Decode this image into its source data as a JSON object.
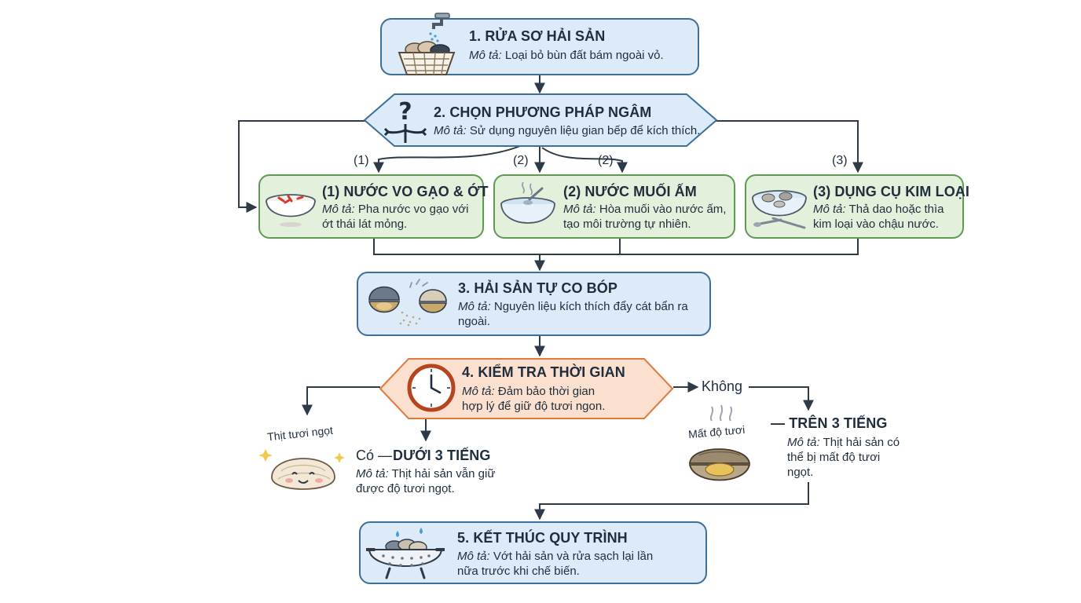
{
  "step1": {
    "title": "1. RỬA SƠ HẢI SẢN",
    "desc_label": "Mô tả:",
    "desc": "Loại bỏ bùn đất bám ngoài vỏ."
  },
  "step2": {
    "title": "2. CHỌN PHƯƠNG PHÁP NGÂM",
    "desc_label": "Mô tả:",
    "desc": "Sử dụng nguyên liệu gian bếp để kích thích."
  },
  "branch_labels": {
    "b1": "(1)",
    "b2a": "(2)",
    "b2b": "(2)",
    "b3": "(3)"
  },
  "option1": {
    "title": "(1) NƯỚC VO GẠO & ỚT",
    "desc_label": "Mô tả:",
    "desc": "Pha nước vo gạo với ớt thái lát mỏng."
  },
  "option2": {
    "title": "(2) NƯỚC MUỐI ẤM",
    "desc_label": "Mô tả:",
    "desc": "Hòa muối vào nước ấm, tạo môi trường tự nhiên."
  },
  "option3": {
    "title": "(3) DỤNG CỤ KIM LOẠI",
    "desc_label": "Mô tả:",
    "desc": "Thả dao hoặc thìa kim loại vào chậu nước."
  },
  "step3": {
    "title": "3. HẢI SẢN TỰ CO BÓP",
    "desc_label": "Mô tả:",
    "desc": "Nguyên liệu kích thích đẩy cát bẩn ra ngoài."
  },
  "step4": {
    "title": "4. KIỂM TRA THỜI GIAN",
    "desc_label": "Mô tả:",
    "desc": "Đảm bảo thời gian hợp lý để giữ độ tươi ngon."
  },
  "yes_branch": {
    "yes_label": "Có —",
    "title": "DƯỚI 3 TIẾNG",
    "desc_label": "Mô tả:",
    "desc": "Thịt hải sản vẫn giữ được độ tươi ngọt.",
    "icon_caption": "Thịt tươi ngọt"
  },
  "no_branch": {
    "no_label": "Không",
    "title": "— TRÊN 3 TIẾNG",
    "desc_label": "Mô tả:",
    "desc": "Thịt hải sản có thể bị mất độ tươi ngọt.",
    "icon_caption": "Mất độ tươi"
  },
  "step5": {
    "title": "5. KẾT THÚC QUY TRÌNH",
    "desc_label": "Mô tả:",
    "desc": "Vớt hải sản và rửa sạch lại lần nữa trước khi chế biến."
  },
  "colors": {
    "blue_fill": "#dcebf7",
    "blue_border": "#3d6f99",
    "green_fill": "#e3f1dc",
    "green_border": "#5e9a52",
    "orange_fill": "#fbe0cf",
    "orange_border": "#e07a3c",
    "line": "#2e3a48"
  },
  "icons": [
    "faucet-basket-icon",
    "question-arrows-icon",
    "rice-chili-bowl-icon",
    "salt-water-bowl-icon",
    "metal-utensils-bowl-icon",
    "clams-expelling-sand-icon",
    "clock-icon",
    "happy-clam-icon",
    "dull-clam-icon",
    "colander-icon"
  ]
}
